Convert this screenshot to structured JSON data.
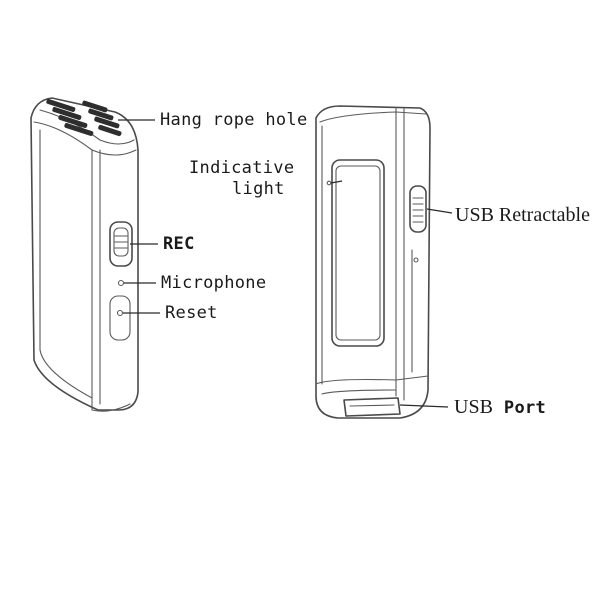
{
  "labels": {
    "hang_rope_hole": "Hang rope hole",
    "indicative_line1": "Indicative",
    "indicative_line2": "light",
    "usb_retractable": "USB Retractable",
    "rec": "REC",
    "microphone": "Microphone",
    "reset": "Reset",
    "usb_word": "USB",
    "port_word": "Port"
  },
  "colors": {
    "line": "#4a4a4a",
    "text": "#1a1a1a",
    "background": "#ffffff"
  }
}
